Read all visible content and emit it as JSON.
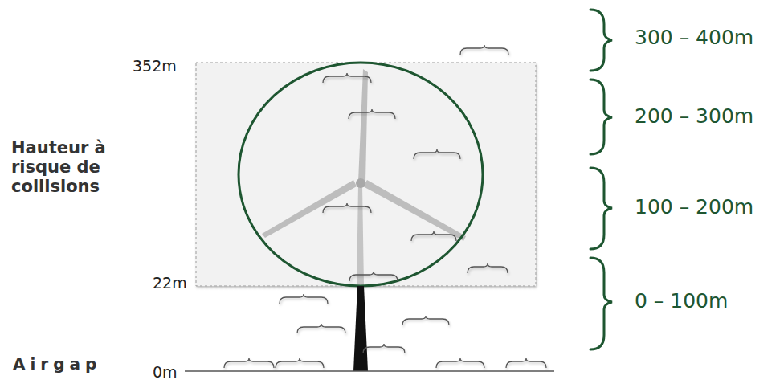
{
  "diagram": {
    "labels": [
      "352m",
      "22m",
      "Hauteur à risque de collisions",
      "Airgap",
      "0m",
      "300 – 400m",
      "200 – 300m",
      "100 – 200m",
      "0 – 100m"
    ]
  }
}
